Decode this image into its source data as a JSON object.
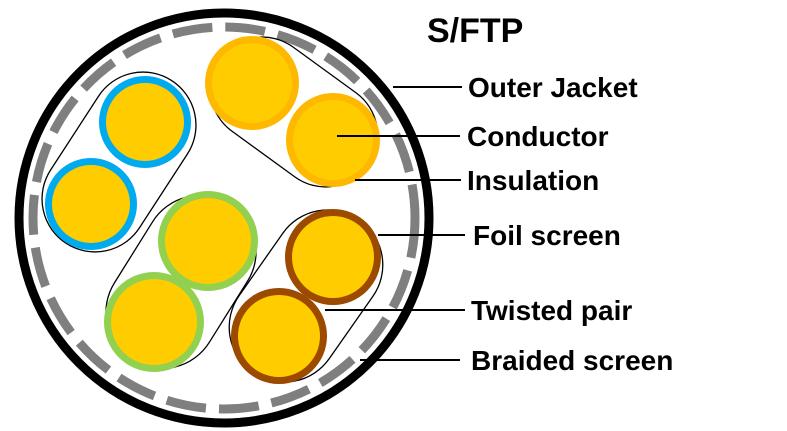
{
  "title": "S/FTP",
  "labels": {
    "outer_jacket": "Outer Jacket",
    "conductor": "Conductor",
    "insulation": "Insulation",
    "foil_screen": "Foil screen",
    "twisted_pair": "Twisted pair",
    "braided_screen": "Braided screen"
  },
  "colors": {
    "jacket": "#000000",
    "braid": "#7f7f7f",
    "conductor": "#ffcc00",
    "pair_orange": "#ffb800",
    "pair_blue": "#00aaee",
    "pair_green": "#92d050",
    "pair_brown": "#9c4a00",
    "foil_outline": "#000000",
    "leader": "#000000"
  },
  "pairs": [
    {
      "name": "orange",
      "insulation_color": "#ffb800"
    },
    {
      "name": "blue",
      "insulation_color": "#00aaee"
    },
    {
      "name": "green",
      "insulation_color": "#92d050"
    },
    {
      "name": "brown",
      "insulation_color": "#9c4a00"
    }
  ]
}
